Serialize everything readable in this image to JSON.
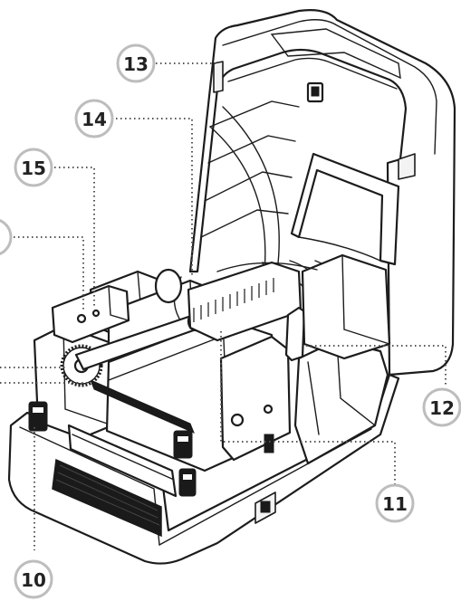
{
  "callouts": [
    {
      "id": "callout-13",
      "label": "13"
    },
    {
      "id": "callout-14",
      "label": "14"
    },
    {
      "id": "callout-15",
      "label": "15"
    },
    {
      "id": "callout-12",
      "label": "12"
    },
    {
      "id": "callout-11",
      "label": "11"
    },
    {
      "id": "callout-10",
      "label": "10"
    }
  ]
}
